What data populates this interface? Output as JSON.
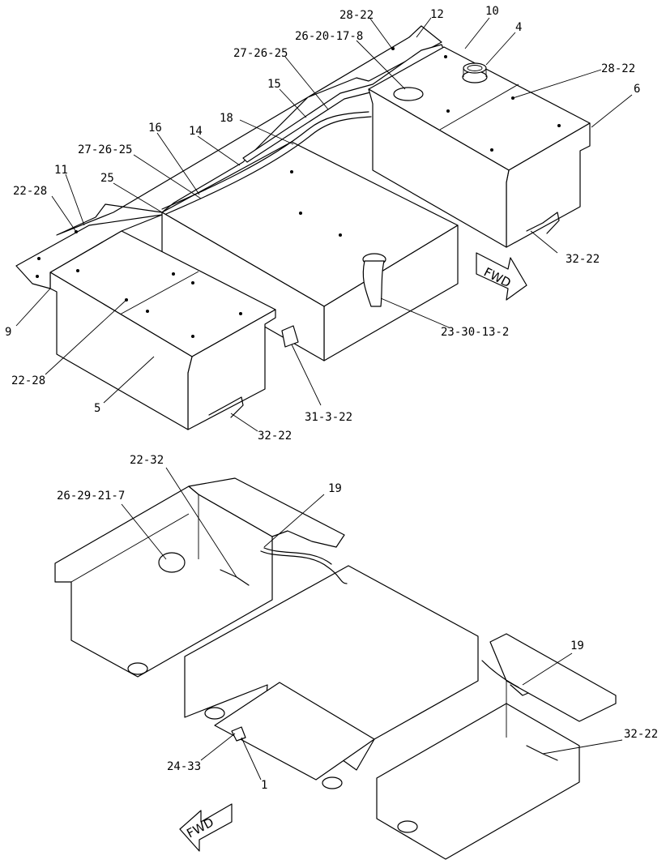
{
  "top_view": {
    "callouts": [
      "28-22",
      "12",
      "10",
      "4",
      "26-20-17-8",
      "27-26-25",
      "28-22",
      "6",
      "15",
      "18",
      "16",
      "14",
      "27-26-25",
      "11",
      "22-28",
      "25",
      "9",
      "22-28",
      "5",
      "32-22",
      "31-3-22",
      "23-30-13-2",
      "32-22"
    ],
    "fwd_label": "FWD"
  },
  "bottom_view": {
    "callouts": [
      "22-32",
      "26-29-21-7",
      "19",
      "19",
      "32-22",
      "24-33",
      "1"
    ],
    "fwd_label": "FWD"
  }
}
